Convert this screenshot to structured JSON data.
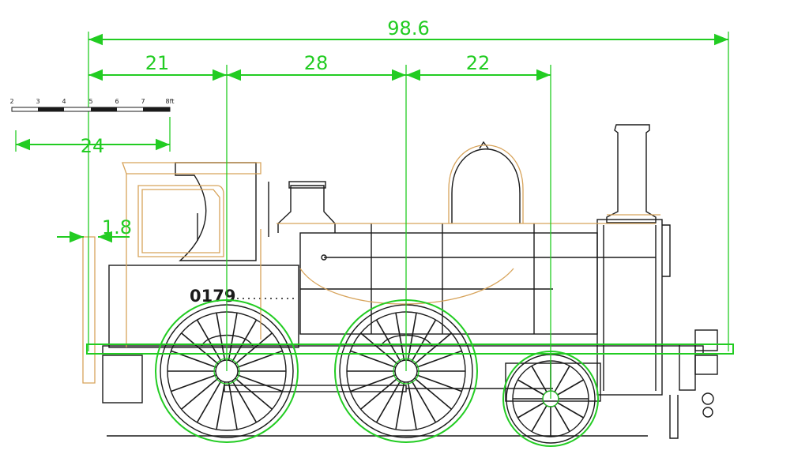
{
  "dimensions": {
    "overall": "98.6",
    "seg1": "21",
    "seg2": "28",
    "seg3": "22",
    "scale_length": "24",
    "small": "1.8"
  },
  "scale_bar": {
    "ticks": [
      "2",
      "3",
      "4",
      "5",
      "6",
      "7",
      "8ft"
    ]
  },
  "loco_number": "0179",
  "colors": {
    "dimension_overlay": "#22cc22",
    "outline_overlay": "#d7a35a",
    "drawing_ink": "#1a1a1a"
  }
}
